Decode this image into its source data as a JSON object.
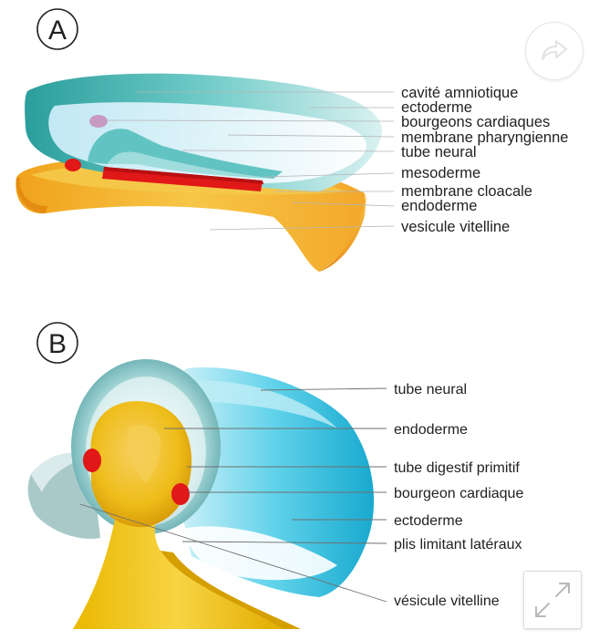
{
  "panel_a": {
    "letter": "A",
    "labels": [
      "cavité amniotique",
      "ectoderme",
      "bourgeons cardiaques",
      "membrane pharyngienne",
      "tube neural",
      "mesoderme",
      "membrane cloacale",
      "endoderme",
      "vesicule vitelline"
    ]
  },
  "panel_b": {
    "letter": "B",
    "labels": [
      "tube neural",
      "endoderme",
      "tube digestif primitif",
      "bourgeon cardiaque",
      "ectoderme",
      "plis limitant latéraux",
      "vésicule vitelline"
    ]
  },
  "controls": {
    "share_icon": "share-arrow-icon",
    "expand_icon": "expand-arrows-icon"
  },
  "colors": {
    "amniotic_teal": "#3fb7b4",
    "ectoderm_cyan": "#23c3e0",
    "yolk_orange": "#f2a623",
    "yolk_yellow": "#f4c400",
    "cardiac_red": "#e31b1b",
    "leader_line": "#9a9a9a"
  }
}
